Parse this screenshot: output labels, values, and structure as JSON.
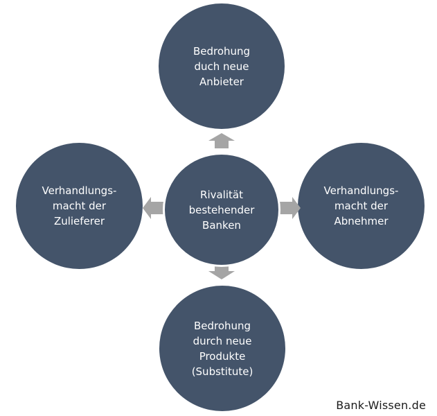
{
  "diagram": {
    "center": "Rivalität\nbestehender\nBanken",
    "top": "Bedrohung\nduch neue\nAnbieter",
    "left": "Verhandlungs-\nmacht der\nZulieferer",
    "right": "Verhandlungs-\nmacht der\nAbnehmer",
    "bottom": "Bedrohung\ndurch neue\nProdukte\n(Substitute)"
  },
  "watermark": "Bank-Wissen.de",
  "colors": {
    "node_fill": "#44546a",
    "node_text": "#ffffff",
    "arrow_fill": "#a5a5a5"
  }
}
